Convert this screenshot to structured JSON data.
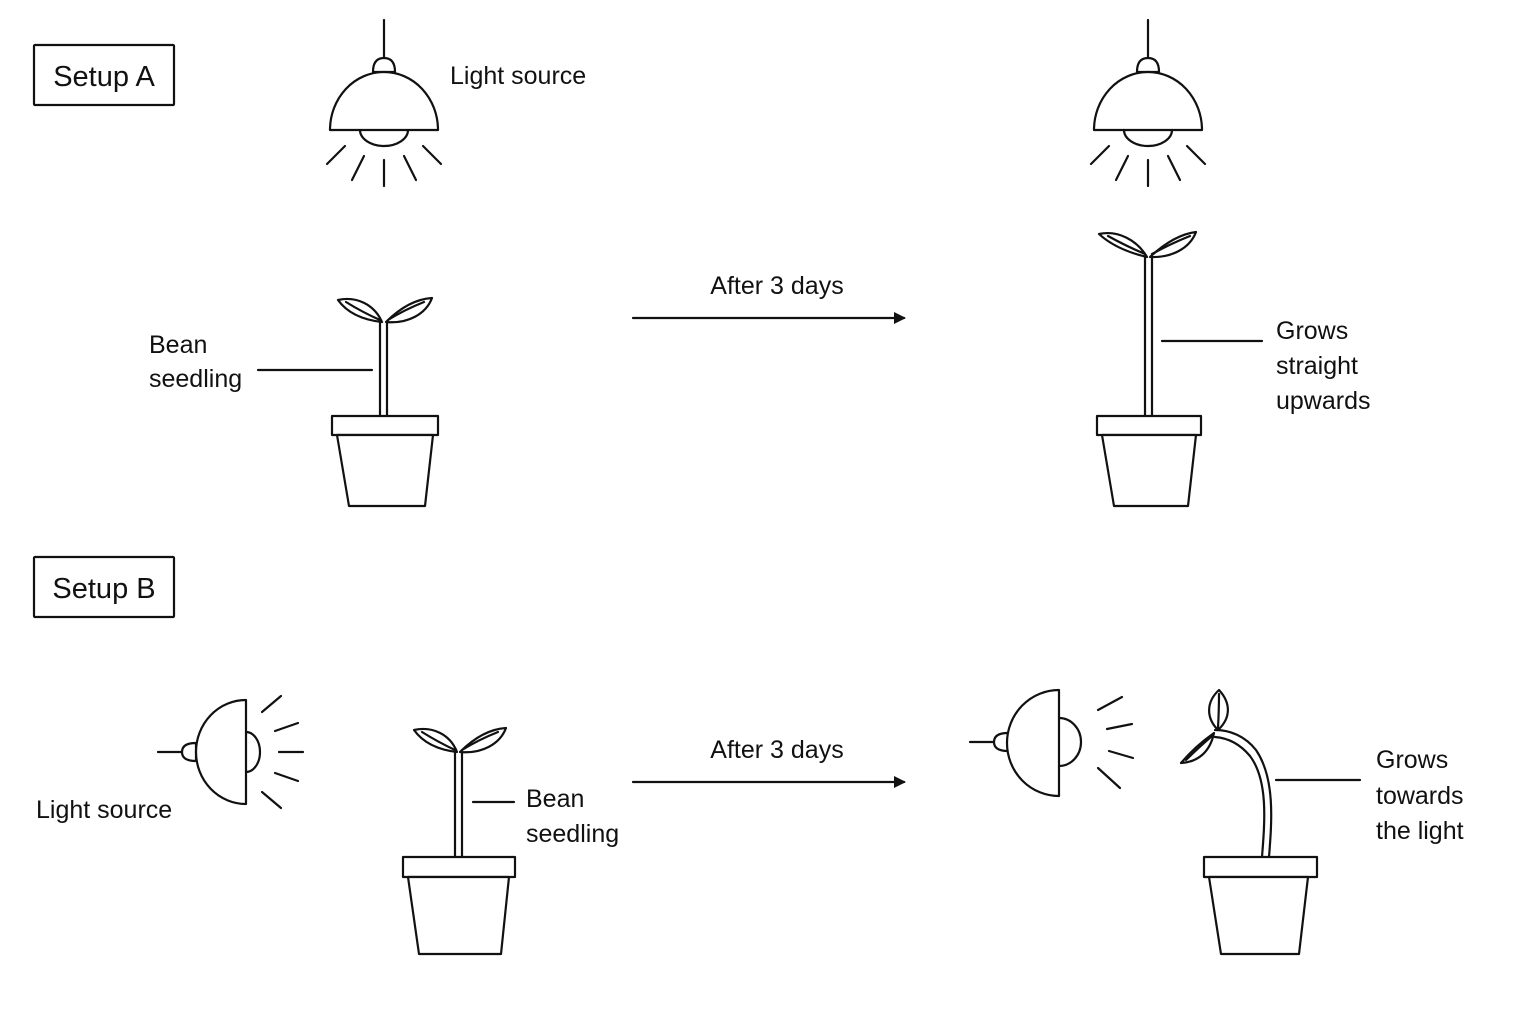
{
  "setup_a": {
    "title": "Setup A",
    "light_label": "Light source",
    "seedling_label": [
      "Bean",
      "seedling"
    ],
    "arrow_label": "After 3 days",
    "result_label": [
      "Grows",
      "straight",
      "upwards"
    ]
  },
  "setup_b": {
    "title": "Setup B",
    "light_label": "Light source",
    "seedling_label": [
      "Bean",
      "seedling"
    ],
    "arrow_label": "After 3 days",
    "result_label": [
      "Grows",
      "towards",
      "the light"
    ]
  }
}
